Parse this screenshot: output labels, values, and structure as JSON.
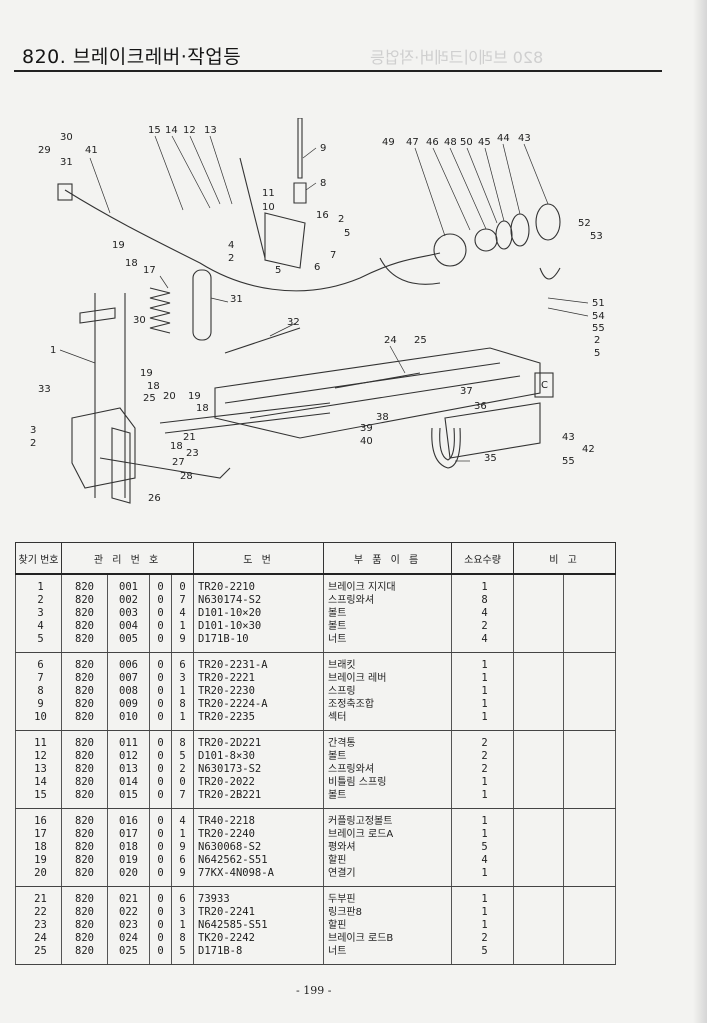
{
  "page": {
    "title": "820.  브레이크레버·작업등",
    "ghost_title": "820 브레이크레버·작업등",
    "page_number": "- 199 -"
  },
  "diagram": {
    "callouts": [
      {
        "id": "30",
        "text": "30"
      },
      {
        "id": "29",
        "text": "29"
      },
      {
        "id": "31a",
        "text": "31"
      },
      {
        "id": "41",
        "text": "41"
      },
      {
        "id": "15",
        "text": "15"
      },
      {
        "id": "14",
        "text": "14"
      },
      {
        "id": "12",
        "text": "12"
      },
      {
        "id": "13",
        "text": "13"
      },
      {
        "id": "9",
        "text": "9"
      },
      {
        "id": "8",
        "text": "8"
      },
      {
        "id": "11",
        "text": "11"
      },
      {
        "id": "10",
        "text": "10"
      },
      {
        "id": "16",
        "text": "16"
      },
      {
        "id": "2a",
        "text": "2"
      },
      {
        "id": "5a",
        "text": "5"
      },
      {
        "id": "4a",
        "text": "4"
      },
      {
        "id": "2b",
        "text": "2"
      },
      {
        "id": "5b",
        "text": "5"
      },
      {
        "id": "6",
        "text": "6"
      },
      {
        "id": "7",
        "text": "7"
      },
      {
        "id": "31b",
        "text": "31"
      },
      {
        "id": "19a",
        "text": "19"
      },
      {
        "id": "18a",
        "text": "18"
      },
      {
        "id": "17",
        "text": "17"
      },
      {
        "id": "30b",
        "text": "30"
      },
      {
        "id": "32",
        "text": "32"
      },
      {
        "id": "1",
        "text": "1"
      },
      {
        "id": "33",
        "text": "33"
      },
      {
        "id": "3",
        "text": "3"
      },
      {
        "id": "2c",
        "text": "2"
      },
      {
        "id": "19b",
        "text": "19"
      },
      {
        "id": "18b",
        "text": "18"
      },
      {
        "id": "25a",
        "text": "25"
      },
      {
        "id": "20",
        "text": "20"
      },
      {
        "id": "19c",
        "text": "19"
      },
      {
        "id": "18c",
        "text": "18"
      },
      {
        "id": "21",
        "text": "21"
      },
      {
        "id": "18d",
        "text": "18"
      },
      {
        "id": "23",
        "text": "23"
      },
      {
        "id": "27",
        "text": "27"
      },
      {
        "id": "28",
        "text": "28"
      },
      {
        "id": "26",
        "text": "26"
      },
      {
        "id": "24",
        "text": "24"
      },
      {
        "id": "25b",
        "text": "25"
      },
      {
        "id": "37",
        "text": "37"
      },
      {
        "id": "36",
        "text": "36"
      },
      {
        "id": "38",
        "text": "38"
      },
      {
        "id": "39",
        "text": "39"
      },
      {
        "id": "40",
        "text": "40"
      },
      {
        "id": "35",
        "text": "35"
      },
      {
        "id": "49",
        "text": "49"
      },
      {
        "id": "47",
        "text": "47"
      },
      {
        "id": "46",
        "text": "46"
      },
      {
        "id": "48",
        "text": "48"
      },
      {
        "id": "50",
        "text": "50"
      },
      {
        "id": "45",
        "text": "45"
      },
      {
        "id": "44",
        "text": "44"
      },
      {
        "id": "43a",
        "text": "43"
      },
      {
        "id": "52",
        "text": "52"
      },
      {
        "id": "53",
        "text": "53"
      },
      {
        "id": "51",
        "text": "51"
      },
      {
        "id": "54",
        "text": "54"
      },
      {
        "id": "55a",
        "text": "55"
      },
      {
        "id": "2d",
        "text": "2"
      },
      {
        "id": "5c",
        "text": "5"
      },
      {
        "id": "43b",
        "text": "43"
      },
      {
        "id": "42",
        "text": "42"
      },
      {
        "id": "55b",
        "text": "55"
      },
      {
        "id": "C",
        "text": "C"
      }
    ]
  },
  "table": {
    "headers": {
      "no": "찾기 번호",
      "mgmt": "관 리 번 호",
      "drawing": "도 번",
      "part": "부 품 이 름",
      "qty": "소요수량",
      "note": "비 고"
    },
    "rows": [
      {
        "no": "1",
        "a": "820",
        "b": "001",
        "c": "0",
        "d": "0",
        "drawing": "TR20-2210",
        "name": "브레이크 지지대",
        "qty": "1"
      },
      {
        "no": "2",
        "a": "820",
        "b": "002",
        "c": "0",
        "d": "7",
        "drawing": "N630174-S2",
        "name": "스프링와셔",
        "qty": "8"
      },
      {
        "no": "3",
        "a": "820",
        "b": "003",
        "c": "0",
        "d": "4",
        "drawing": "D101-10×20",
        "name": "볼트",
        "qty": "4"
      },
      {
        "no": "4",
        "a": "820",
        "b": "004",
        "c": "0",
        "d": "1",
        "drawing": "D101-10×30",
        "name": "볼트",
        "qty": "2"
      },
      {
        "no": "5",
        "a": "820",
        "b": "005",
        "c": "0",
        "d": "9",
        "drawing": "D171B-10",
        "name": "너트",
        "qty": "4"
      },
      {
        "no": "6",
        "a": "820",
        "b": "006",
        "c": "0",
        "d": "6",
        "drawing": "TR20-2231-A",
        "name": "브래킷",
        "qty": "1"
      },
      {
        "no": "7",
        "a": "820",
        "b": "007",
        "c": "0",
        "d": "3",
        "drawing": "TR20-2221",
        "name": "브레이크 레버",
        "qty": "1"
      },
      {
        "no": "8",
        "a": "820",
        "b": "008",
        "c": "0",
        "d": "1",
        "drawing": "TR20-2230",
        "name": "스프링",
        "qty": "1"
      },
      {
        "no": "9",
        "a": "820",
        "b": "009",
        "c": "0",
        "d": "8",
        "drawing": "TR20-2224-A",
        "name": "조정축조합",
        "qty": "1"
      },
      {
        "no": "10",
        "a": "820",
        "b": "010",
        "c": "0",
        "d": "1",
        "drawing": "TR20-2235",
        "name": "섹터",
        "qty": "1"
      },
      {
        "no": "11",
        "a": "820",
        "b": "011",
        "c": "0",
        "d": "8",
        "drawing": "TR20-2D221",
        "name": "간격통",
        "qty": "2"
      },
      {
        "no": "12",
        "a": "820",
        "b": "012",
        "c": "0",
        "d": "5",
        "drawing": "D101-8×30",
        "name": "볼트",
        "qty": "2"
      },
      {
        "no": "13",
        "a": "820",
        "b": "013",
        "c": "0",
        "d": "2",
        "drawing": "N630173-S2",
        "name": "스프링와셔",
        "qty": "2"
      },
      {
        "no": "14",
        "a": "820",
        "b": "014",
        "c": "0",
        "d": "0",
        "drawing": "TR20-2022",
        "name": "비틀림 스프링",
        "qty": "1"
      },
      {
        "no": "15",
        "a": "820",
        "b": "015",
        "c": "0",
        "d": "7",
        "drawing": "TR20-2B221",
        "name": "볼트",
        "qty": "1"
      },
      {
        "no": "16",
        "a": "820",
        "b": "016",
        "c": "0",
        "d": "4",
        "drawing": "TR40-2218",
        "name": "커플링고정볼트",
        "qty": "1"
      },
      {
        "no": "17",
        "a": "820",
        "b": "017",
        "c": "0",
        "d": "1",
        "drawing": "TR20-2240",
        "name": "브레이크 로드A",
        "qty": "1"
      },
      {
        "no": "18",
        "a": "820",
        "b": "018",
        "c": "0",
        "d": "9",
        "drawing": "N630068-S2",
        "name": "평와셔",
        "qty": "5"
      },
      {
        "no": "19",
        "a": "820",
        "b": "019",
        "c": "0",
        "d": "6",
        "drawing": "N642562-S51",
        "name": "할핀",
        "qty": "4"
      },
      {
        "no": "20",
        "a": "820",
        "b": "020",
        "c": "0",
        "d": "9",
        "drawing": "77KX-4N098-A",
        "name": "연결기",
        "qty": "1"
      },
      {
        "no": "21",
        "a": "820",
        "b": "021",
        "c": "0",
        "d": "6",
        "drawing": "73933",
        "name": "두부핀",
        "qty": "1"
      },
      {
        "no": "22",
        "a": "820",
        "b": "022",
        "c": "0",
        "d": "3",
        "drawing": "TR20-2241",
        "name": "링크판8",
        "qty": "1"
      },
      {
        "no": "23",
        "a": "820",
        "b": "023",
        "c": "0",
        "d": "1",
        "drawing": "N642585-S51",
        "name": "할핀",
        "qty": "1"
      },
      {
        "no": "24",
        "a": "820",
        "b": "024",
        "c": "0",
        "d": "8",
        "drawing": "TK20-2242",
        "name": "브레이크 로드B",
        "qty": "2"
      },
      {
        "no": "25",
        "a": "820",
        "b": "025",
        "c": "0",
        "d": "5",
        "drawing": "D171B-8",
        "name": "너트",
        "qty": "5"
      }
    ]
  }
}
